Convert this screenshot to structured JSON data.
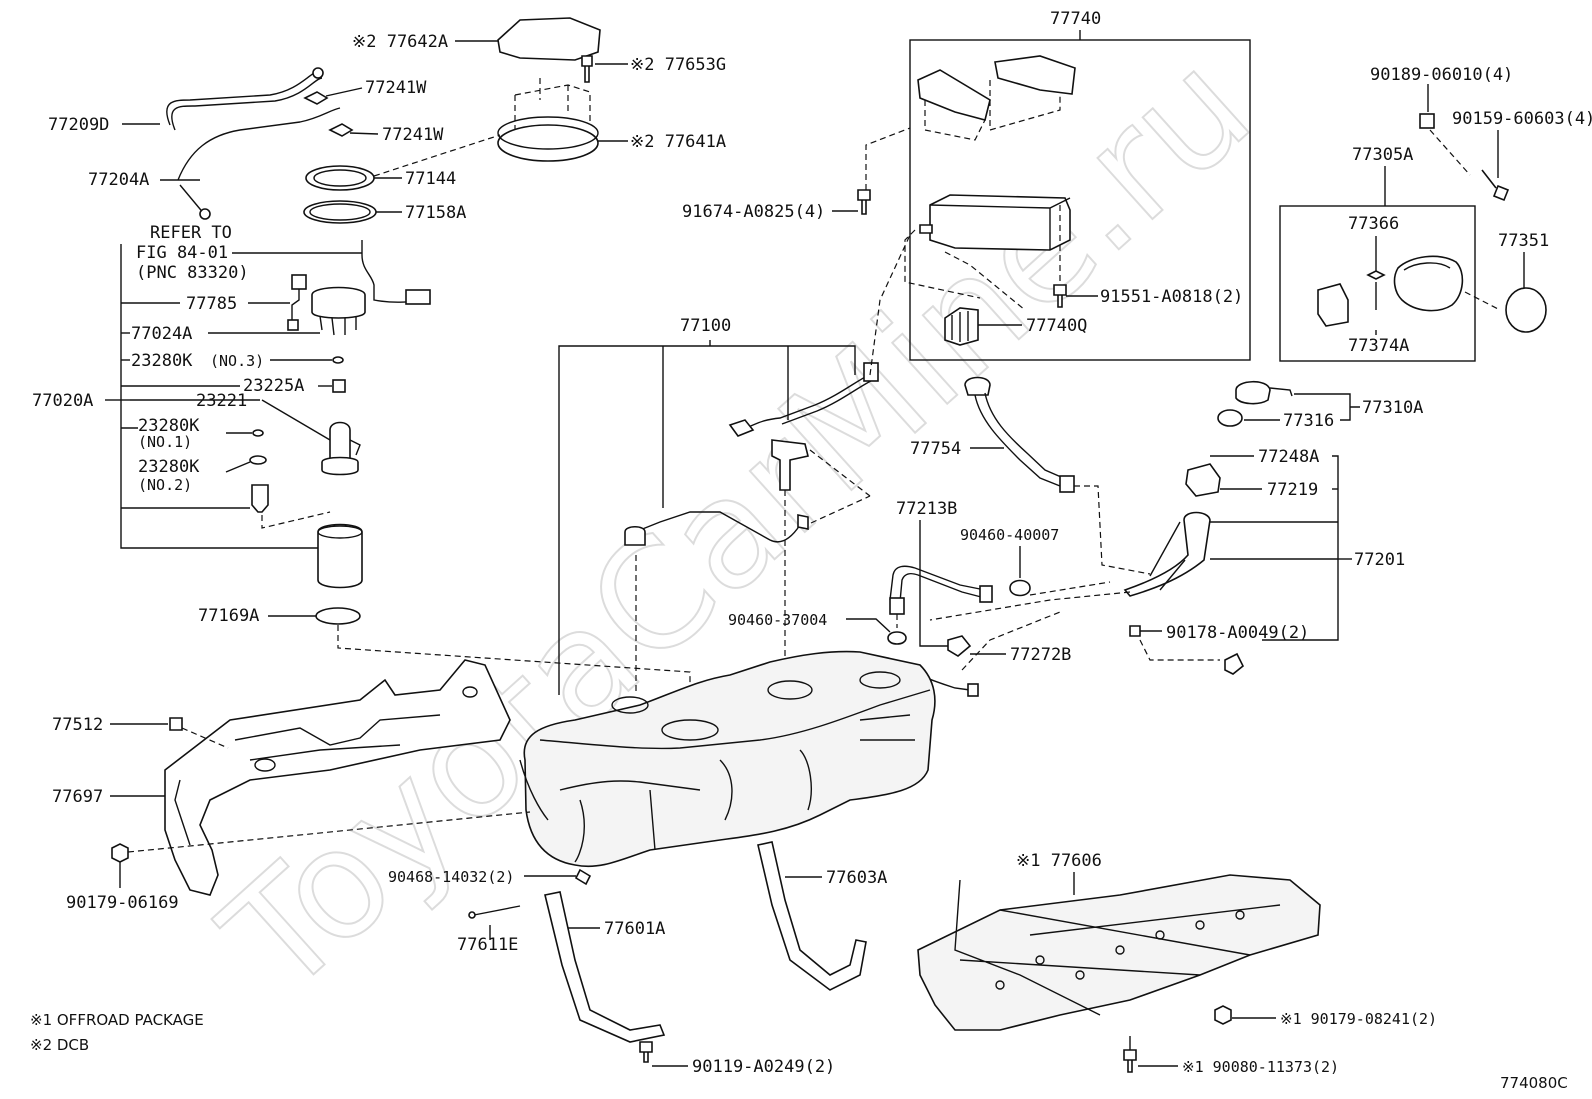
{
  "watermark": "ToyotaCarMine.ru",
  "figure_code": "774080C",
  "notes": {
    "note1": "※1 OFFROAD PACKAGE",
    "note2": "※2 DCB"
  },
  "refer": {
    "line1": "REFER TO",
    "line2": "FIG 84-01",
    "line3": "(PNC 83320)"
  },
  "parts": {
    "p77642A": "※2 77642A",
    "p77653G": "※2 77653G",
    "p77641A": "※2 77641A",
    "p77241W_1": "77241W",
    "p77241W_2": "77241W",
    "p77209D": "77209D",
    "p77204A": "77204A",
    "p77144": "77144",
    "p77158A": "77158A",
    "p77785": "77785",
    "p77024A": "77024A",
    "p23280K_3": "23280K",
    "p23280K_3_sub": "(NO.3)",
    "p23225A": "23225A",
    "p77020A": "77020A",
    "p23221": "23221",
    "p23280K_1": "23280K",
    "p23280K_1_sub": "(NO.1)",
    "p23280K_2": "23280K",
    "p23280K_2_sub": "(NO.2)",
    "p77169A": "77169A",
    "p77512": "77512",
    "p77697": "77697",
    "p90179_06169": "90179-06169",
    "p90468_14032": "90468-14032(2)",
    "p77611E": "77611E",
    "p77601A": "77601A",
    "p90119_A0249": "90119-A0249(2)",
    "p77603A": "77603A",
    "p77606": "※1 77606",
    "p90179_08241": "※1 90179-08241(2)",
    "p90080_11373": "※1 90080-11373(2)",
    "p77100": "77100",
    "p77740": "77740",
    "p91674_A0825": "91674-A0825(4)",
    "p91551_A0818": "91551-A0818(2)",
    "p77740Q": "77740Q",
    "p77754": "77754",
    "p77213B": "77213B",
    "p90460_40007": "90460-40007",
    "p90460_37004": "90460-37004",
    "p77272B": "77272B",
    "p90178_A0049": "90178-A0049(2)",
    "p77201": "77201",
    "p77248A": "77248A",
    "p77219": "77219",
    "p77316": "77316",
    "p77310A": "77310A",
    "p90189_06010": "90189-06010(4)",
    "p90159_60603": "90159-60603(4)",
    "p77305A": "77305A",
    "p77366": "77366",
    "p77374A": "77374A",
    "p77351": "77351"
  }
}
